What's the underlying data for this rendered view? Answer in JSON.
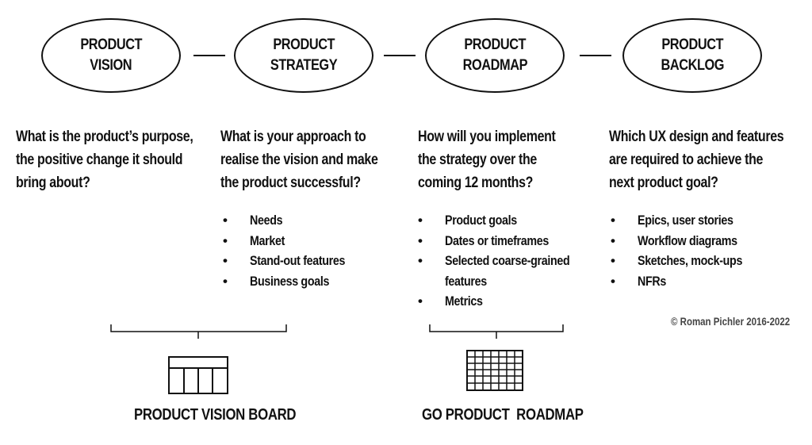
{
  "stages": [
    {
      "line1": "PRODUCT",
      "line2": "VISION"
    },
    {
      "line1": "PRODUCT",
      "line2": "STRATEGY"
    },
    {
      "line1": "PRODUCT",
      "line2": "ROADMAP"
    },
    {
      "line1": "PRODUCT",
      "line2": "BACKLOG"
    }
  ],
  "questions": [
    [
      "What is the product’s purpose,",
      "the positive change it should",
      "bring about?"
    ],
    [
      "What is your approach to",
      "realise the vision and make",
      "the product successful?"
    ],
    [
      "How will you implement",
      "the strategy over the",
      "coming 12 months?"
    ],
    [
      "Which UX design and features",
      "are required to achieve the",
      "next product goal?"
    ]
  ],
  "bullets": {
    "strategy": [
      "Needs",
      "Market",
      "Stand-out features",
      "Business goals"
    ],
    "roadmap": [
      "Product goals",
      "Dates or timeframes",
      "Selected coarse-grained",
      "features",
      "Metrics"
    ],
    "backlog": [
      "Epics, user stories",
      "Workflow diagrams",
      "Sketches, mock-ups",
      "NFRs"
    ]
  },
  "bullet_char": "•",
  "copyright": "© Roman Pichler 2016-2022",
  "tools": {
    "vision_board": "PRODUCT VISION BOARD",
    "go_roadmap": "GO PRODUCT  ROADMAP"
  }
}
